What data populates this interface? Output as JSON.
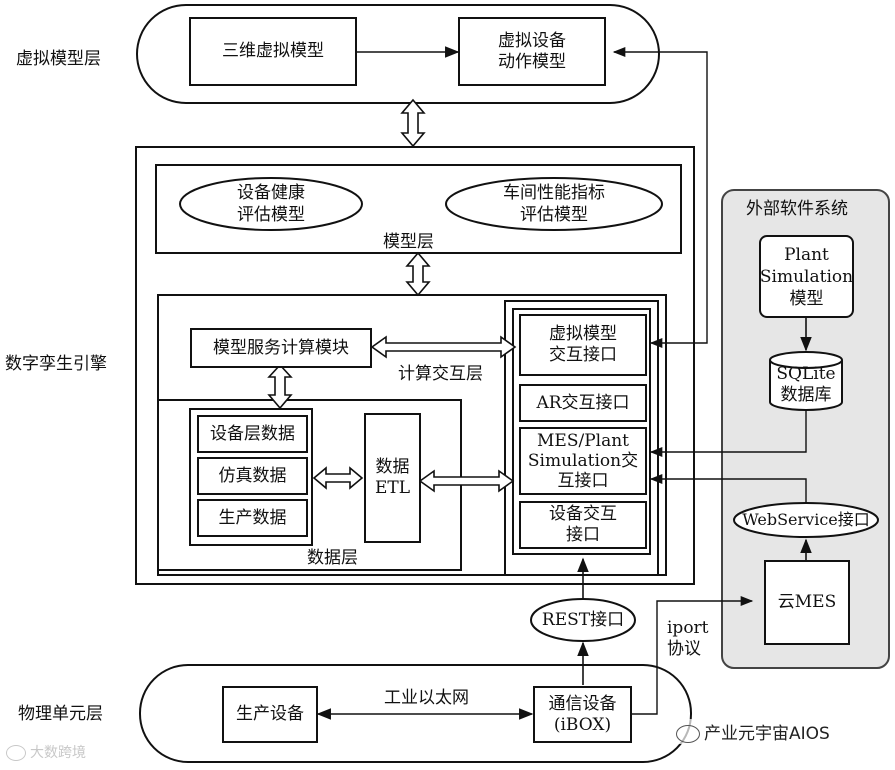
{
  "layers": {
    "virtual": "虚拟模型层",
    "engine": "数字孪生引擎",
    "physical": "物理单元层"
  },
  "virtual_layer": {
    "model_3d": "三维虚拟模型",
    "action_model_l1": "虚拟设备",
    "action_model_l2": "动作模型"
  },
  "model_layer": {
    "title": "模型层",
    "health_l1": "设备健康",
    "health_l2": "评估模型",
    "perf_l1": "车间性能指标",
    "perf_l2": "评估模型"
  },
  "compute_layer": {
    "title": "计算交互层",
    "service_module": "模型服务计算模块"
  },
  "data_layer": {
    "title": "数据层",
    "device_data": "设备层数据",
    "sim_data": "仿真数据",
    "prod_data": "生产数据",
    "etl_l1": "数据",
    "etl_l2": "ETL"
  },
  "interfaces": {
    "virtual_l1": "虚拟模型",
    "virtual_l2": "交互接口",
    "ar": "AR交互接口",
    "mes_l1": "MES/Plant",
    "mes_l2": "Simulation交",
    "mes_l3": "互接口",
    "device_l1": "设备交互",
    "device_l2": "接口"
  },
  "external": {
    "title": "外部软件系统",
    "plant_l1": "Plant",
    "plant_l2": "Simulation",
    "plant_l3": "模型",
    "sqlite_l1": "SQLite",
    "sqlite_l2": "数据库",
    "webservice": "WebService接口",
    "cloud_mes": "云MES"
  },
  "connectors": {
    "rest": "REST接口",
    "iport_l1": "iport",
    "iport_l2": "协议"
  },
  "physical_layer": {
    "prod_equipment": "生产设备",
    "ethernet": "工业以太网",
    "comm_l1": "通信设备",
    "comm_l2": "(iBOX)"
  },
  "watermarks": {
    "left": "大数跨境",
    "right": "产业元宇宙AIOS"
  }
}
